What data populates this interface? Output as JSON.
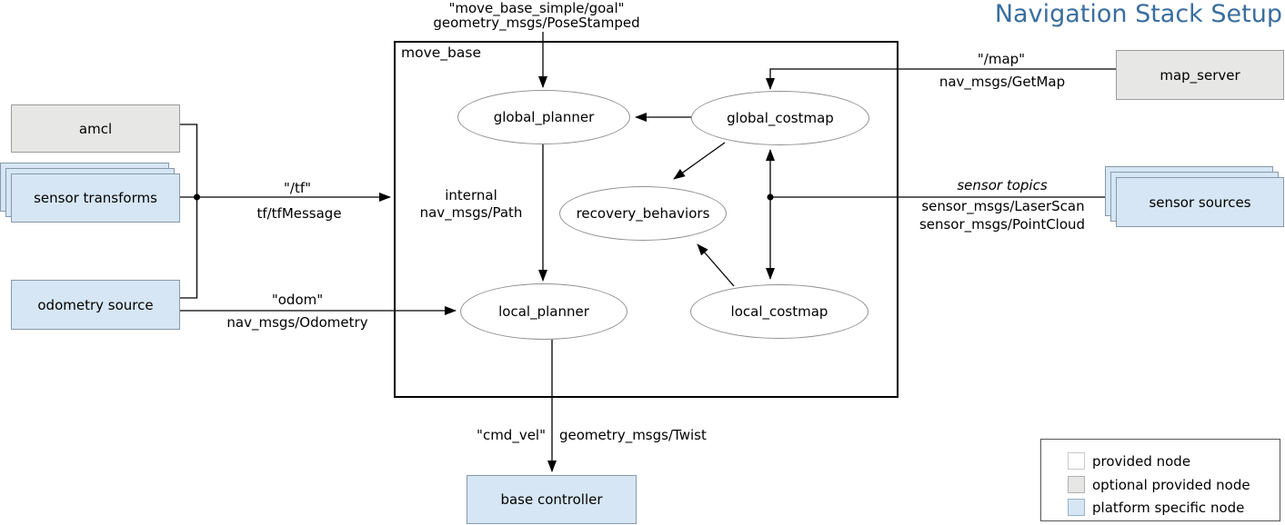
{
  "title": {
    "text": "Navigation Stack Setup",
    "color": "#3a6e9f"
  },
  "container": {
    "label": "move_base"
  },
  "nodes": {
    "amcl": {
      "label": "amcl",
      "type": "optional provided node"
    },
    "sensor_transforms": {
      "label": "sensor transforms",
      "type": "platform specific node"
    },
    "odometry_source": {
      "label": "odometry source",
      "type": "platform specific node"
    },
    "map_server": {
      "label": "map_server",
      "type": "optional provided node"
    },
    "sensor_sources": {
      "label": "sensor sources",
      "type": "platform specific node"
    },
    "base_controller": {
      "label": "base controller",
      "type": "platform specific node"
    },
    "global_planner": {
      "label": "global_planner"
    },
    "global_costmap": {
      "label": "global_costmap"
    },
    "recovery_behaviors": {
      "label": "recovery_behaviors"
    },
    "local_planner": {
      "label": "local_planner"
    },
    "local_costmap": {
      "label": "local_costmap"
    }
  },
  "edge_labels": {
    "goal": {
      "line1": "\"move_base_simple/goal\"",
      "line2": "geometry_msgs/PoseStamped"
    },
    "tf": {
      "line1": "\"/tf\"",
      "line2": "tf/tfMessage"
    },
    "odom": {
      "line1": "\"odom\"",
      "line2": "nav_msgs/Odometry"
    },
    "map": {
      "line1": "\"/map\"",
      "line2": "nav_msgs/GetMap"
    },
    "sensor": {
      "line1": "sensor topics",
      "line2": "sensor_msgs/LaserScan",
      "line3": "sensor_msgs/PointCloud"
    },
    "internal": {
      "line1": "internal",
      "line2": "nav_msgs/Path"
    },
    "cmd_vel": {
      "left": "\"cmd_vel\"",
      "right": "geometry_msgs/Twist"
    }
  },
  "legend": {
    "items": [
      {
        "label": "provided node",
        "swatch": "#ffffff"
      },
      {
        "label": "optional provided node",
        "swatch": "#e7e7e6"
      },
      {
        "label": "platform specific node",
        "swatch": "#d6e6f4"
      }
    ]
  },
  "colors": {
    "title_blue": "#3a6e9f",
    "platform_fill": "#d6e6f4",
    "platform_border": "#8798a8",
    "optional_fill": "#e7e7e6",
    "optional_border": "#9b9b9b",
    "ellipse_border": "#909090",
    "edge_stroke": "#000000"
  }
}
